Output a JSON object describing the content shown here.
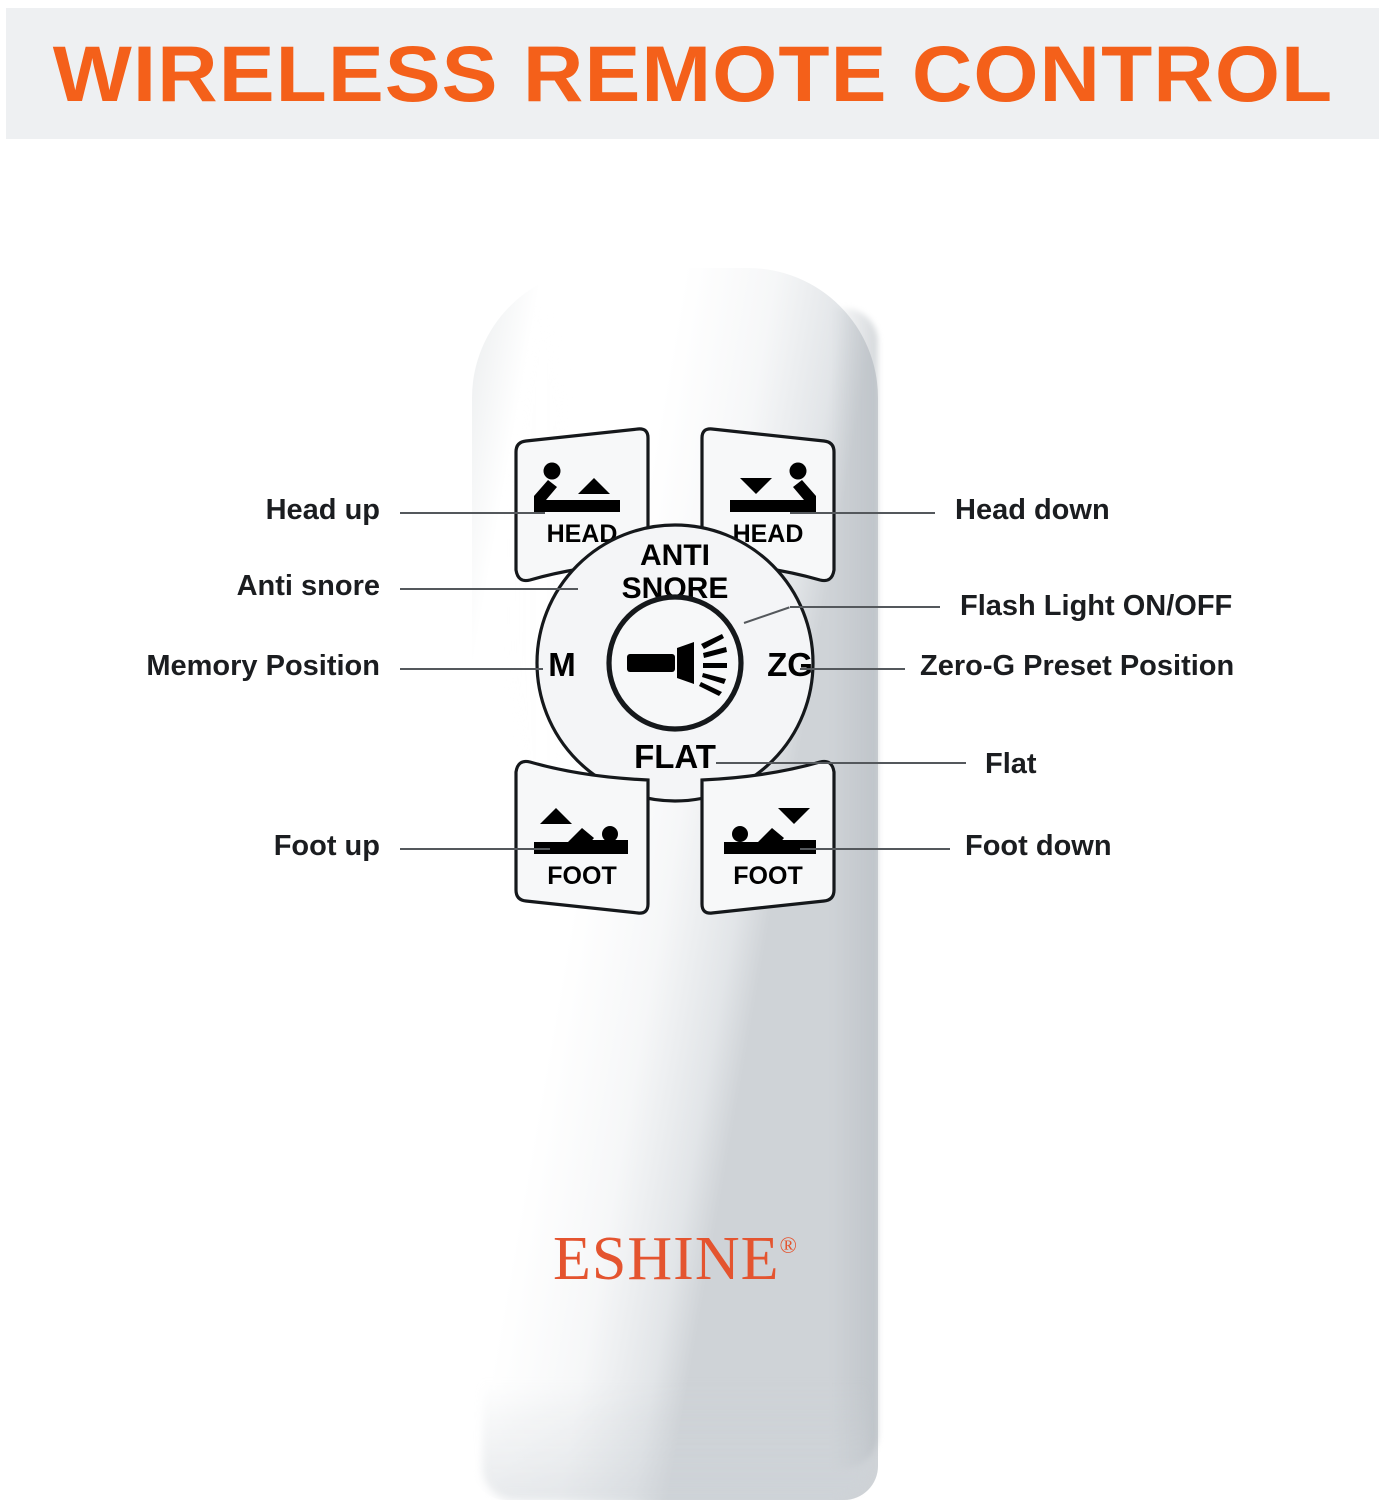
{
  "header": {
    "title": "WIRELESS REMOTE CONTROL",
    "band_color": "#eef0f2",
    "title_color": "#f4601a"
  },
  "remote": {
    "body_color": "#ffffff",
    "buttons": {
      "head_up": {
        "label": "HEAD",
        "icon": "bed-head-up-icon"
      },
      "head_down": {
        "label": "HEAD",
        "icon": "bed-head-down-icon"
      },
      "foot_up": {
        "label": "FOOT",
        "icon": "bed-foot-up-icon"
      },
      "foot_down": {
        "label": "FOOT",
        "icon": "bed-foot-down-icon"
      },
      "anti_snore": {
        "line1": "ANTI",
        "line2": "SNORE"
      },
      "memory": {
        "label": "M"
      },
      "zero_g": {
        "label": "ZG"
      },
      "flat": {
        "label": "FLAT"
      },
      "flashlight": {
        "icon": "flashlight-icon"
      }
    }
  },
  "callouts": {
    "head_up": "Head up",
    "anti_snore": "Anti snore",
    "memory_position": "Memory Position",
    "foot_up": "Foot up",
    "head_down": "Head down",
    "flash_light": "Flash Light ON/OFF",
    "zero_g": "Zero-G Preset Position",
    "flat": "Flat",
    "foot_down": "Foot down"
  },
  "brand": {
    "name": "ESHINE",
    "registered_mark": "®",
    "color": "#e4542f"
  }
}
